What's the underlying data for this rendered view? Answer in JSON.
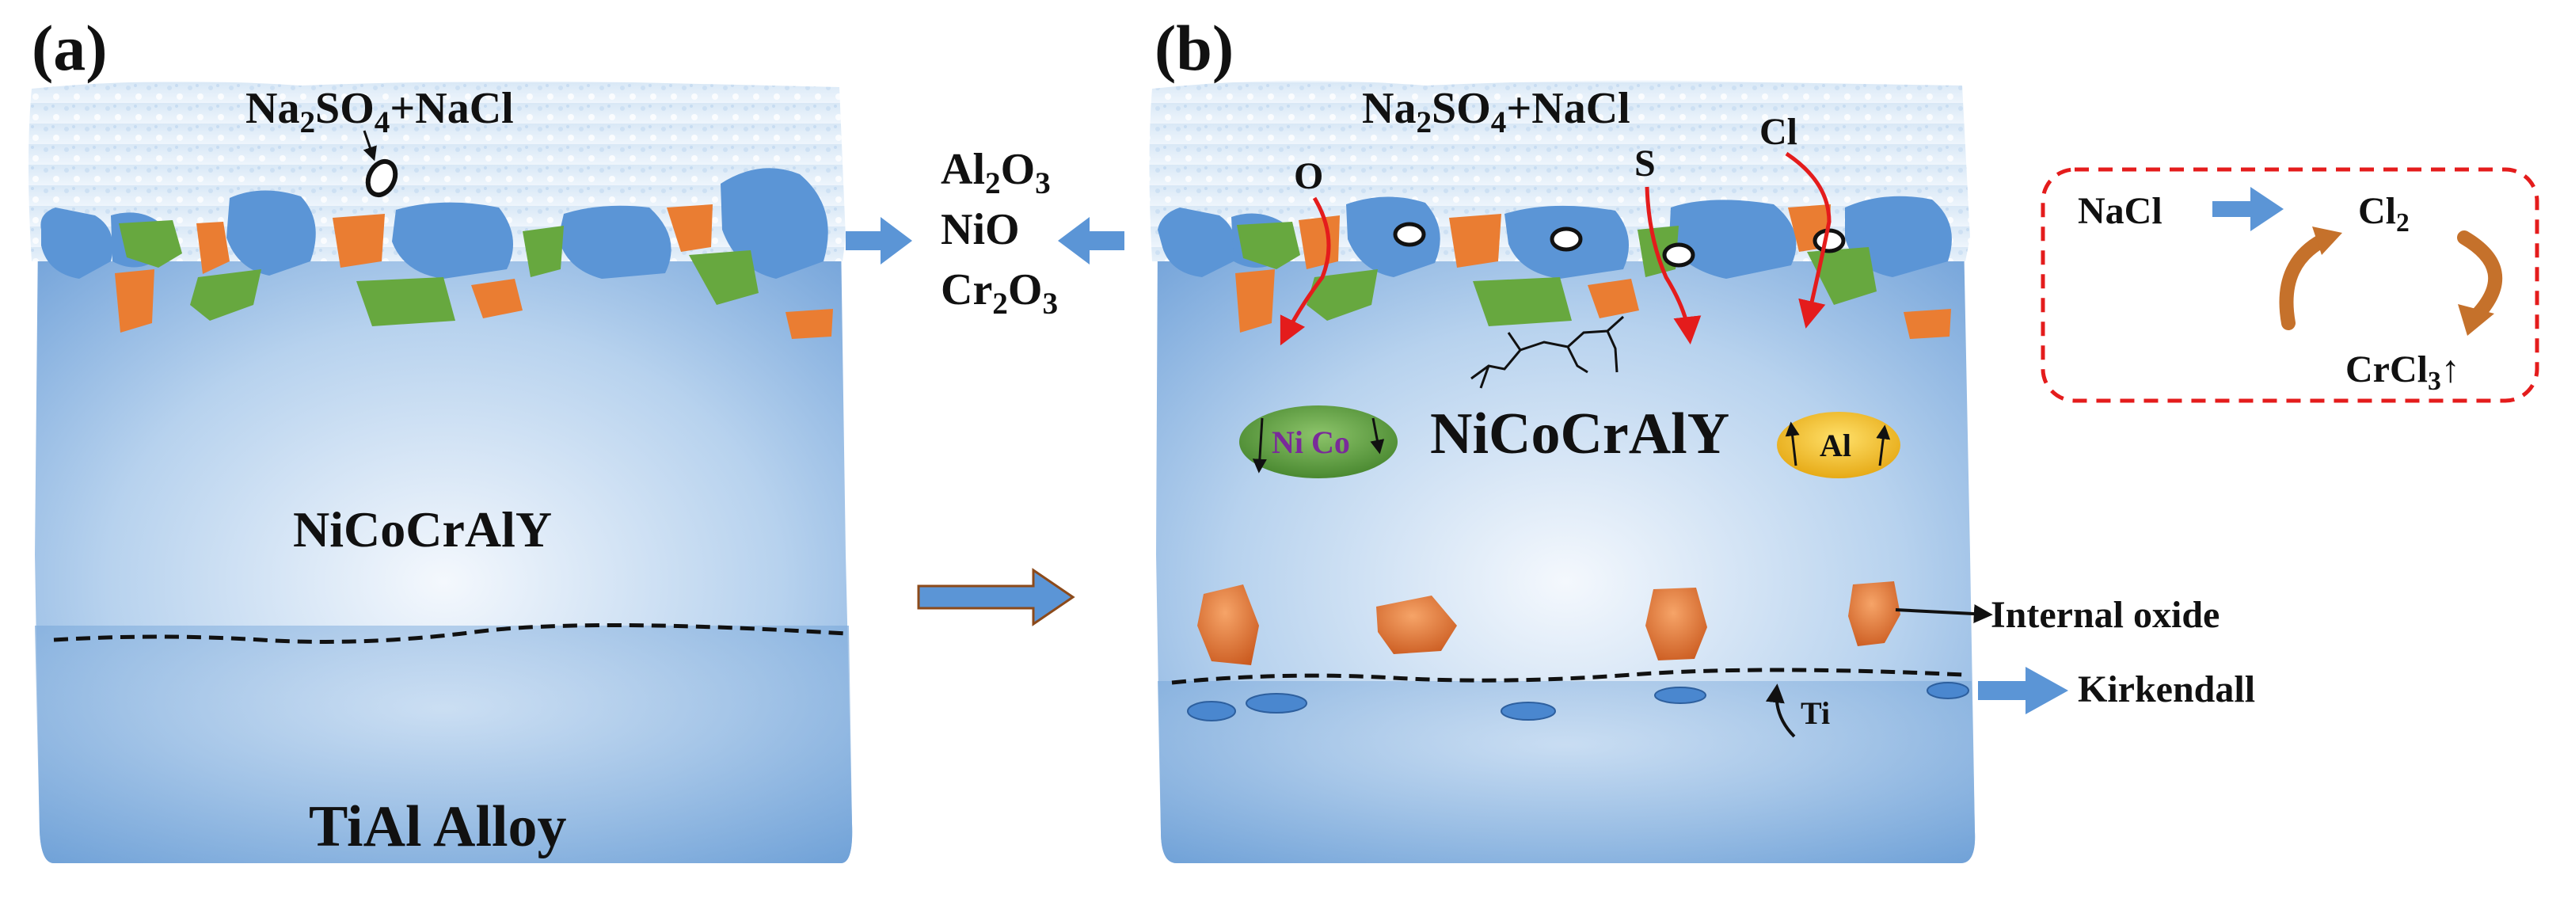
{
  "panel_a": {
    "label": "(a)",
    "salt": "Na2SO4+NaCl",
    "coating": "NiCoCrAlY",
    "substrate": "TiAl Alloy"
  },
  "panel_b": {
    "label": "(b)",
    "salt": "Na2SO4+NaCl",
    "species_o": "O",
    "species_s": "S",
    "species_cl": "Cl",
    "coating": "NiCoCrAlY",
    "ni_co": "Ni Co",
    "al": "Al",
    "ti": "Ti",
    "internal_oxide": "Internal oxide",
    "kirkendall": "Kirkendall"
  },
  "oxides": {
    "al2o3": "Al2O3",
    "nio": "NiO",
    "cr2o3": "Cr2O3"
  },
  "reaction_box": {
    "nacl": "NaCl",
    "cl2": "Cl2",
    "crcl3": "CrCl3↑"
  },
  "colors": {
    "oxide_blue": "#5b95d6",
    "oxide_green": "#67a83f",
    "oxide_orange": "#ea7d32",
    "arrow_blue": "#5b95d6",
    "diffusion_red": "#e41c1c",
    "reaction_box_border": "#e41c1c",
    "cycle_arrow": "#c5712b",
    "ni_co_fill": "#4f9a32",
    "al_fill": "#f0b40f",
    "ni_co_text": "#7a2a9a"
  }
}
